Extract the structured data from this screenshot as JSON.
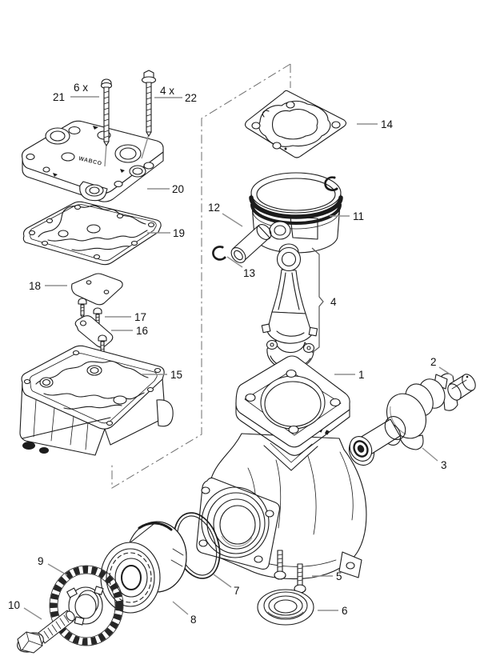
{
  "figure": {
    "type": "exploded-parts-diagram",
    "background": "#ffffff",
    "line_color": "#1c1c1c",
    "leader_color": "#8f8f8f",
    "embossed_logo": "WABCO"
  },
  "callouts": [
    {
      "part": "21",
      "text": "21"
    },
    {
      "part": "21",
      "text": "6 x",
      "kind": "quantity"
    },
    {
      "part": "22",
      "text": "4 x",
      "kind": "quantity"
    },
    {
      "part": "22",
      "text": "22"
    },
    {
      "part": "20",
      "text": "20"
    },
    {
      "part": "19",
      "text": "19"
    },
    {
      "part": "18",
      "text": "18"
    },
    {
      "part": "17",
      "text": "17"
    },
    {
      "part": "16",
      "text": "16"
    },
    {
      "part": "15",
      "text": "15"
    },
    {
      "part": "14",
      "text": "14"
    },
    {
      "part": "11",
      "text": "11"
    },
    {
      "part": "12",
      "text": "12"
    },
    {
      "part": "13",
      "text": "13"
    },
    {
      "part": "4",
      "text": "4"
    },
    {
      "part": "1",
      "text": "1"
    },
    {
      "part": "2",
      "text": "2"
    },
    {
      "part": "3",
      "text": "3"
    },
    {
      "part": "5",
      "text": "5"
    },
    {
      "part": "6",
      "text": "6"
    },
    {
      "part": "7",
      "text": "7"
    },
    {
      "part": "8",
      "text": "8"
    },
    {
      "part": "9",
      "text": "9"
    },
    {
      "part": "10",
      "text": "10"
    }
  ]
}
